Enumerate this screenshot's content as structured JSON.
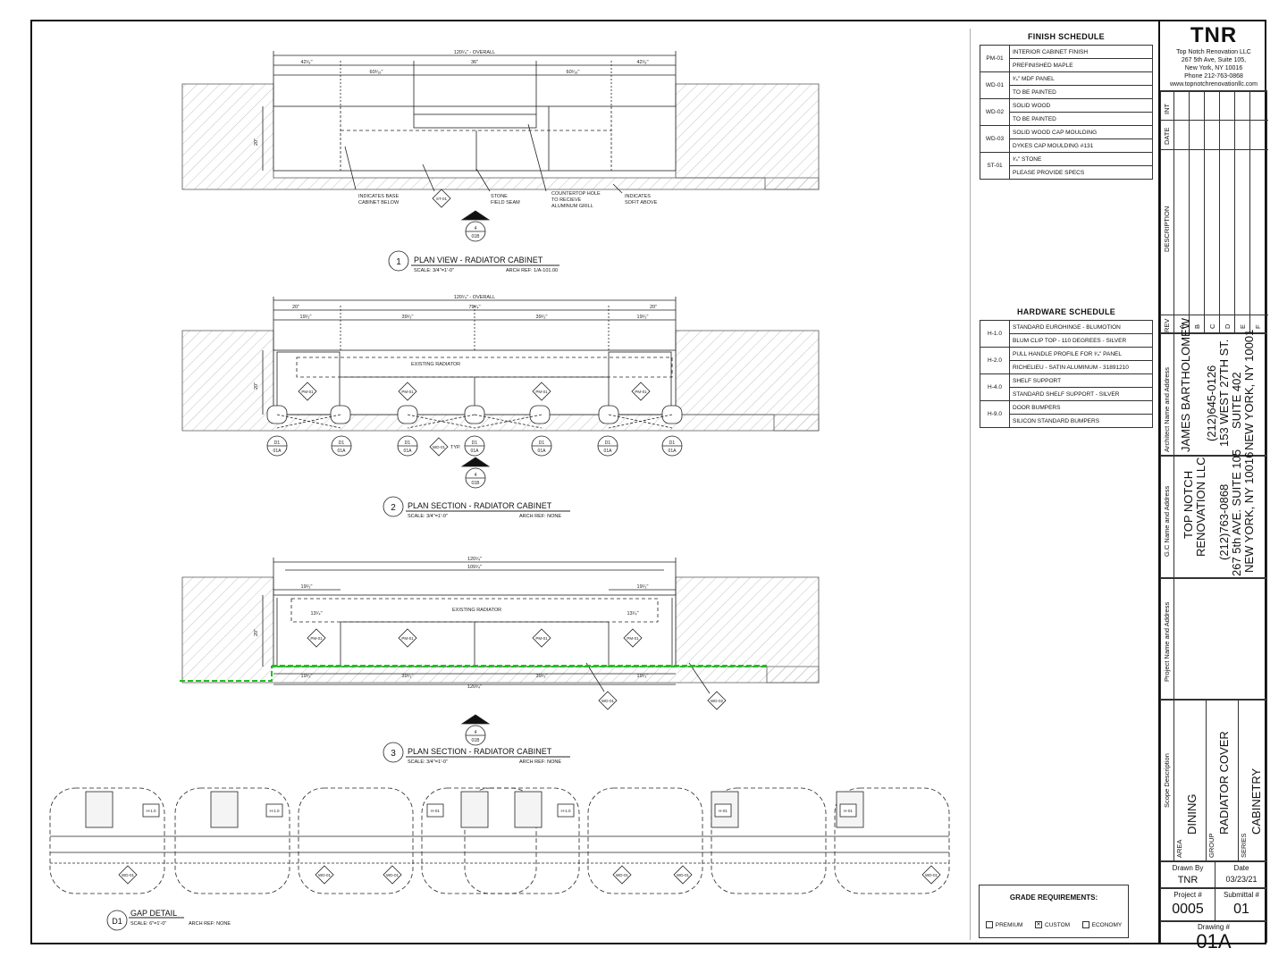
{
  "views": {
    "v1": {
      "number": "1",
      "title": "PLAN VIEW - RADIATOR CABINET",
      "scale": "SCALE: 3/4\"=1'-0\"",
      "ref": "ARCH REF: 1/A-101.00"
    },
    "v2": {
      "number": "2",
      "title": "PLAN SECTION - RADIATOR CABINET",
      "scale": "SCALE: 3/4\"=1'-0\"",
      "ref": "ARCH REF: NONE"
    },
    "v3": {
      "number": "3",
      "title": "PLAN SECTION - RADIATOR CABINET",
      "scale": "SCALE: 3/4\"=1'-0\"",
      "ref": "ARCH REF: NONE"
    },
    "d1": {
      "number": "D1",
      "title": "GAP DETAIL",
      "scale": "SCALE: 6\"=1'-0\"",
      "ref": "ARCH REF: NONE"
    }
  },
  "dimensions": {
    "overall": "120¹⁄₄\" - OVERALL",
    "overall_short": "120¹⁄₄\"",
    "d_42": "42¹⁄₈\"",
    "d_36": "36\"",
    "d_60": "60¹⁄₁₆\"",
    "d_20": "20\"",
    "d_79": "79¹⁄₄\"",
    "d_39": "39¹⁄₂\"",
    "d_19": "19¹⁄₂\"",
    "d_109": "109¹⁄₄\"",
    "d_13": "13¹⁄₄\""
  },
  "annotations": {
    "base_cabinet": [
      "INDICATES BASE",
      "CABINET BELOW"
    ],
    "stone_seam": [
      "STONE",
      "FIELD SEAM"
    ],
    "grill": [
      "COUNTERTOP HOLE",
      "TO RECIEVE",
      "ALUMINUM GRILL"
    ],
    "sofit": [
      "INDICATES",
      "SOFIT ABOVE"
    ],
    "existing_radiator": "EXISTING RADIATOR",
    "typ": "TYP."
  },
  "tags": {
    "st01": "ST-01",
    "pm01": "PM-01",
    "wd01": "WD-01",
    "wd02": "WD-02",
    "d1": "D1",
    "d1sub": "01A",
    "sec_num": "4",
    "sec_sheet": "01B",
    "h10": "H-1.0",
    "h01": "H-01"
  },
  "finish_schedule": {
    "title": "FINISH SCHEDULE",
    "rows": [
      {
        "code": "PM-01",
        "lines": [
          "INTERIOR CABINET FINISH",
          "PREFINISHED MAPLE"
        ]
      },
      {
        "code": "WD-01",
        "lines": [
          "³⁄₄\" MDF PANEL",
          "TO BE PAINTED"
        ]
      },
      {
        "code": "WD-02",
        "lines": [
          "SOLID WOOD",
          "TO BE PAINTED"
        ]
      },
      {
        "code": "WD-03",
        "lines": [
          "SOLID WOOD CAP MOULDING",
          "DYKES CAP MOULDING #131"
        ]
      },
      {
        "code": "ST-01",
        "lines": [
          "³⁄₄\" STONE",
          "PLEASE PROVIDE SPECS"
        ]
      }
    ]
  },
  "hardware_schedule": {
    "title": "HARDWARE SCHEDULE",
    "rows": [
      {
        "code": "H-1.0",
        "lines": [
          "STANDARD EUROHINGE - BLUMOTION",
          "BLUM CLIP TOP - 110 DEGREES - SILVER"
        ]
      },
      {
        "code": "H-2.0",
        "lines": [
          "PULL HANDLE PROFILE FOR ³⁄₄\" PANEL",
          "RICHELIEU - SATIN ALUMINUM - 31891210"
        ]
      },
      {
        "code": "H-4.0",
        "lines": [
          "SHELF SUPPORT",
          "STANDARD SHELF SUPPORT - SILVER"
        ]
      },
      {
        "code": "H-9.0",
        "lines": [
          "DOOR BUMPERS",
          "SILICON STANDARD BUMPERS"
        ]
      }
    ]
  },
  "grade": {
    "title": "GRADE REQUIREMENTS:",
    "options": [
      {
        "label": "PREMIUM",
        "checked": false
      },
      {
        "label": "CUSTOM",
        "checked": true
      },
      {
        "label": "ECONOMY",
        "checked": false
      }
    ]
  },
  "titleblock": {
    "logo": "TNR",
    "company": "Top Notch Renovation LLC",
    "address1": "267 5th Ave, Suite 105,",
    "address2": "New York, NY 10016",
    "phone": "Phone 212-763-0868",
    "web": "www.topnotchrenovationllc.com",
    "col_int": "INT",
    "col_date": "DATE",
    "col_desc": "DESCRIPTION",
    "col_rev": "REV",
    "revs": [
      "A",
      "B",
      "C",
      "D",
      "E",
      "F"
    ],
    "architect_label": "Architect Name and Address",
    "architect": [
      "JAMES BARTHOLOMEW",
      "(212)645-0126",
      "153 WEST 27TH ST.",
      "SUITE 402",
      "NEW YORK, NY 10001"
    ],
    "gc_label": "G.C Name and Address",
    "gc": [
      "TOP NOTCH",
      "RENOVATION LLC",
      "(212)763-0868",
      "267 5th AVE. SUITE 105",
      "NEW YORK, NY 10016"
    ],
    "project_label": "Project Name and Address",
    "scope_label": "Scope Description",
    "area_label": "AREA",
    "area": "DINING",
    "group_label": "GROUP",
    "group": "RADIATOR COVER",
    "series_label": "SERIES",
    "series": "CABINETRY",
    "drawn_by_label": "Drawn By",
    "drawn_by": "TNR",
    "date_label": "Date",
    "date": "03/23/21",
    "project_no_label": "Project #",
    "project_no": "0005",
    "submittal_label": "Submittal #",
    "submittal": "01",
    "drawing_label": "Drawing #",
    "drawing": "01A"
  },
  "colors": {
    "line": "#222222",
    "hatch": "#9a9a9a",
    "highlight": "#1fbf1f"
  }
}
